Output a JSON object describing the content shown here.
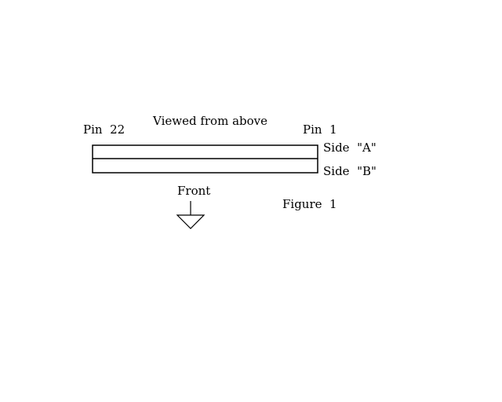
{
  "diagram": {
    "title": "Viewed from above",
    "pin_left": "Pin  22",
    "pin_right": "Pin  1",
    "side_a": "Side  \"A\"",
    "side_b": "Side  \"B\"",
    "front": "Front",
    "figure": "Figure  1",
    "stroke_color": "#000000",
    "background_color": "#ffffff"
  }
}
